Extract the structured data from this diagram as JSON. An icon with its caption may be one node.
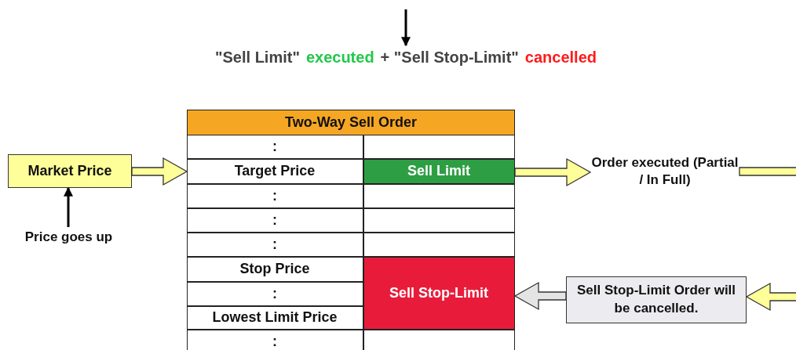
{
  "diagram": {
    "nodes": [
      {
        "text": [
          "\"Sell Limit\"",
          "executed",
          "+ \"Sell Stop-Limit\"",
          "cancelled"
        ]
      },
      {
        "text": [
          "Market Price"
        ]
      },
      {
        "text": [
          "Price goes up"
        ]
      },
      {
        "text": [
          "Two-Way Sell Order"
        ]
      },
      {
        "text": [
          ":"
        ],
        "in": 3
      },
      {
        "text": [],
        "shape": "box",
        "in": 3
      },
      {
        "text": [
          "Target Price"
        ],
        "in": 3
      },
      {
        "text": [
          "Sell Limit"
        ],
        "in": 3
      },
      {
        "text": [
          ":"
        ],
        "in": 3
      },
      {
        "text": [],
        "shape": "box",
        "in": 3
      },
      {
        "text": [
          ":"
        ],
        "in": 3
      },
      {
        "text": [],
        "shape": "box",
        "in": 3
      },
      {
        "text": [
          ":"
        ],
        "in": 3
      },
      {
        "text": [],
        "shape": "box",
        "in": 3
      },
      {
        "text": [
          "Stop Price"
        ],
        "in": 3
      },
      {
        "text": [
          "Sell Stop-Limit"
        ],
        "in": 3
      },
      {
        "text": [
          ":"
        ],
        "in": 3
      },
      {
        "text": [
          "Lowest Limit Price"
        ],
        "in": 3
      },
      {
        "text": [
          ":"
        ],
        "in": 3
      },
      {
        "text": [],
        "shape": "box",
        "in": 3
      },
      {
        "text": [
          "Order executed (Partial / In Full)"
        ]
      },
      {
        "text": [
          "Sell Stop-Limit Order will be cancelled."
        ]
      }
    ],
    "edges": [
      {
        "from": null,
        "to": 0,
        "arrow": "to",
        "color": "#000000"
      },
      {
        "from": 2,
        "to": 1,
        "arrow": "to",
        "color": "#000000"
      },
      {
        "from": 1,
        "to": 6,
        "arrow": "to",
        "style": "thick"
      },
      {
        "from": 7,
        "to": 20,
        "arrow": "to",
        "style": "thick"
      },
      {
        "from": 20,
        "to": null,
        "arrow": "none",
        "style": "thick"
      },
      {
        "from": 21,
        "to": 15,
        "arrow": "to",
        "style": "thick",
        "color": "#e4e4e4"
      },
      {
        "from": null,
        "to": 21,
        "arrow": "to",
        "style": "thick"
      }
    ]
  }
}
